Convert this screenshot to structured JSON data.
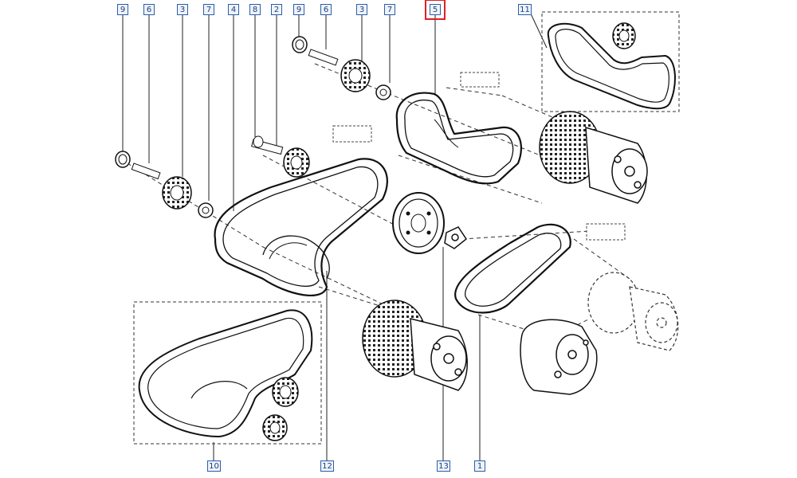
{
  "diagram": {
    "callouts": [
      {
        "id": "c9a",
        "label": "9"
      },
      {
        "id": "c6a",
        "label": "6"
      },
      {
        "id": "c3a",
        "label": "3"
      },
      {
        "id": "c7a",
        "label": "7"
      },
      {
        "id": "c4",
        "label": "4"
      },
      {
        "id": "c8",
        "label": "8"
      },
      {
        "id": "c2",
        "label": "2"
      },
      {
        "id": "c9b",
        "label": "9"
      },
      {
        "id": "c6b",
        "label": "6"
      },
      {
        "id": "c3b",
        "label": "3"
      },
      {
        "id": "c7b",
        "label": "7"
      },
      {
        "id": "c5",
        "label": "5",
        "selected": true
      },
      {
        "id": "c11",
        "label": "11"
      },
      {
        "id": "c10",
        "label": "10"
      },
      {
        "id": "c12",
        "label": "12"
      },
      {
        "id": "c13",
        "label": "13"
      },
      {
        "id": "c1",
        "label": "1"
      }
    ],
    "highlight_color": "#e02020",
    "callout_color": "#2b5fa8"
  }
}
